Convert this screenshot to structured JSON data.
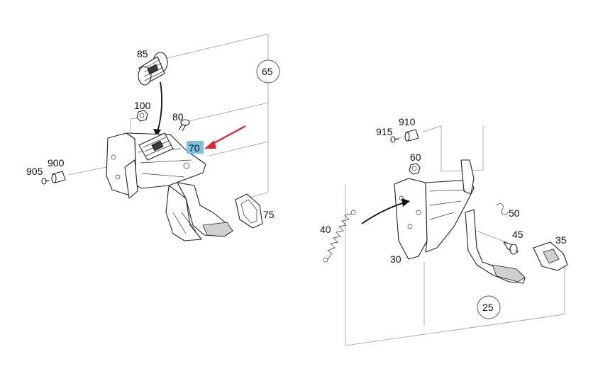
{
  "labels": {
    "l85": "85",
    "l65": "65",
    "l100": "100",
    "l80": "80",
    "l70": "70",
    "l905": "905",
    "l900": "900",
    "l75": "75",
    "l910": "910",
    "l915": "915",
    "l60": "60",
    "l50": "50",
    "l45": "45",
    "l35": "35",
    "l40": "40",
    "l30": "30",
    "l25": "25"
  },
  "highlight": {
    "color": "#7ec0e4",
    "part": "70"
  },
  "arrow_color": "#e0262a"
}
